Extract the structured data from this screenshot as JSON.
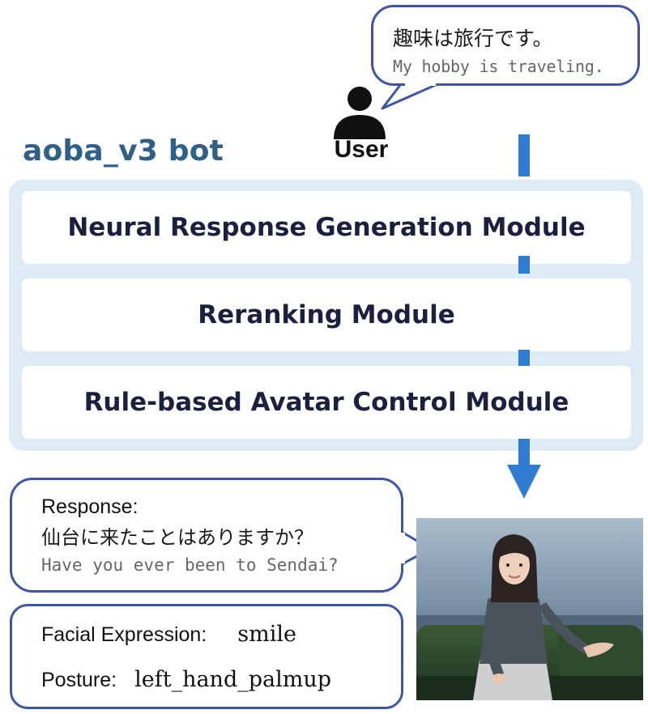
{
  "user_message": {
    "japanese": "趣味は旅行です。",
    "english": "My hobby is traveling."
  },
  "user_label": "User",
  "bot": {
    "title": "aoba_v3 bot",
    "modules": [
      "Neural Response Generation Module",
      "Reranking Module",
      "Rule-based Avatar Control Module"
    ]
  },
  "response": {
    "label": "Response:",
    "japanese": "仙台に来たことはありますか？",
    "english": "Have you ever been to Sendai?"
  },
  "avatar_control": {
    "expression_label": "Facial Expression:",
    "expression_value": "smile",
    "posture_label": "Posture:",
    "posture_value": "left_hand_palmup"
  },
  "colors": {
    "bubble_border": "#3f55a8",
    "bot_title": "#2e6088",
    "bot_frame": "#ddebf4",
    "arrow": "#2f7cd3"
  },
  "icons": [
    "user-icon",
    "avatar-image"
  ]
}
